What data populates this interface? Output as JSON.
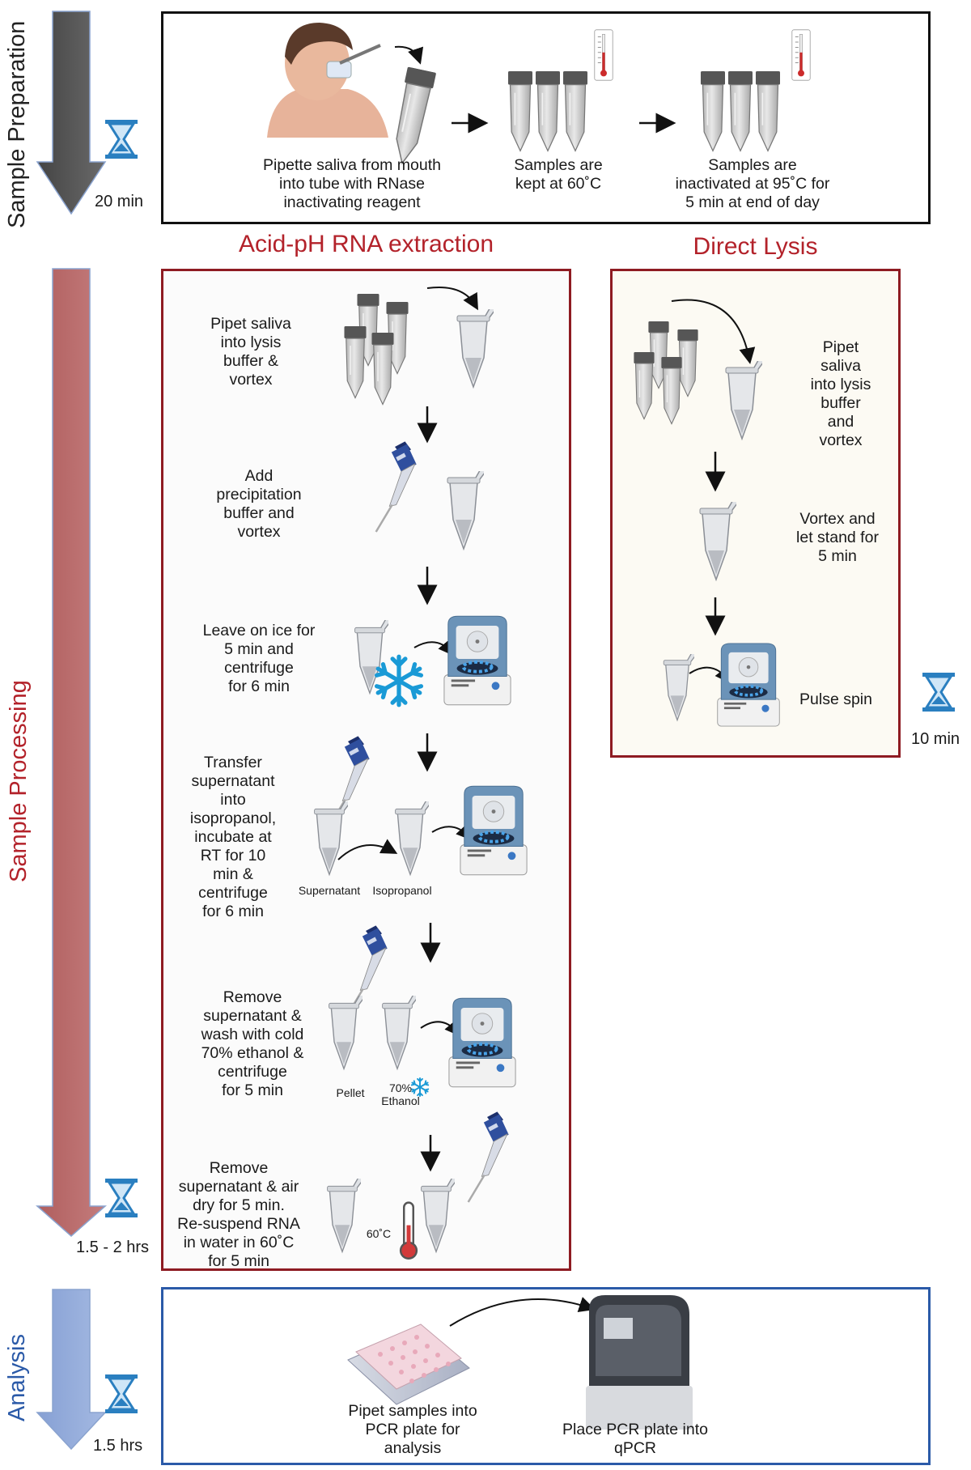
{
  "stages": {
    "preparation": {
      "title": "Sample Preparation",
      "time": "20 min",
      "color": "#555555"
    },
    "processing": {
      "title": "Sample Processing",
      "time": "1.5 - 2 hrs",
      "color": "#b86464"
    },
    "analysis": {
      "title": "Analysis",
      "time": "1.5 hrs",
      "color": "#8fa8d9"
    }
  },
  "prep_steps": [
    {
      "lines": [
        "Pipette saliva from mouth",
        "into tube with RNase",
        "inactivating reagent"
      ]
    },
    {
      "lines": [
        "Samples are",
        "kept at 60˚C"
      ]
    },
    {
      "lines": [
        "Samples are",
        "inactivated at 95˚C for",
        "5 min at end of day"
      ]
    }
  ],
  "acid": {
    "title": "Acid-pH RNA extraction",
    "steps": [
      {
        "lines": [
          "Pipet saliva",
          "into lysis",
          "buffer &",
          "vortex"
        ]
      },
      {
        "lines": [
          "Add",
          "precipitation",
          "buffer and",
          "vortex"
        ]
      },
      {
        "lines": [
          "Leave on ice for",
          "5 min and",
          "centrifuge",
          "for 6 min"
        ]
      },
      {
        "lines": [
          "Transfer",
          "supernatant",
          "into",
          "isopropanol,",
          "incubate at",
          "RT for 10",
          "min &",
          "centrifuge",
          "for 6 min"
        ]
      },
      {
        "lines": [
          "Remove",
          "supernatant &",
          "wash with cold",
          "70% ethanol &",
          "centrifuge",
          "for 5 min"
        ]
      },
      {
        "lines": [
          "Remove",
          "supernatant & air",
          "dry for 5 min.",
          "Re-suspend RNA",
          "in water in 60˚C",
          "for 5 min"
        ]
      }
    ],
    "labels": {
      "supernatant": "Supernatant",
      "isopropanol": "Isopropanol",
      "pellet": "Pellet",
      "ethanol_pct": "70%",
      "ethanol": "Ethanol",
      "temp": "60˚C"
    }
  },
  "lysis": {
    "title": "Direct Lysis",
    "time": "10 min",
    "steps": [
      {
        "lines": [
          "Pipet",
          "saliva",
          "into lysis",
          "buffer",
          "and",
          "vortex"
        ]
      },
      {
        "lines": [
          "Vortex and",
          "let stand for",
          "5 min"
        ]
      },
      {
        "lines": [
          "Pulse spin"
        ]
      }
    ]
  },
  "analysis_steps": [
    {
      "lines": [
        "Pipet samples into",
        "PCR plate for",
        "analysis"
      ]
    },
    {
      "lines": [
        "Place PCR plate into",
        "qPCR"
      ]
    }
  ],
  "colors": {
    "accent_red": "#b3222a",
    "box_blue": "#2b5aa8",
    "tube_cap": "#555555",
    "pipette_blue": "#2f4f9e",
    "ice_blue": "#1a9ad6",
    "hourglass": "#2a7fc0"
  }
}
